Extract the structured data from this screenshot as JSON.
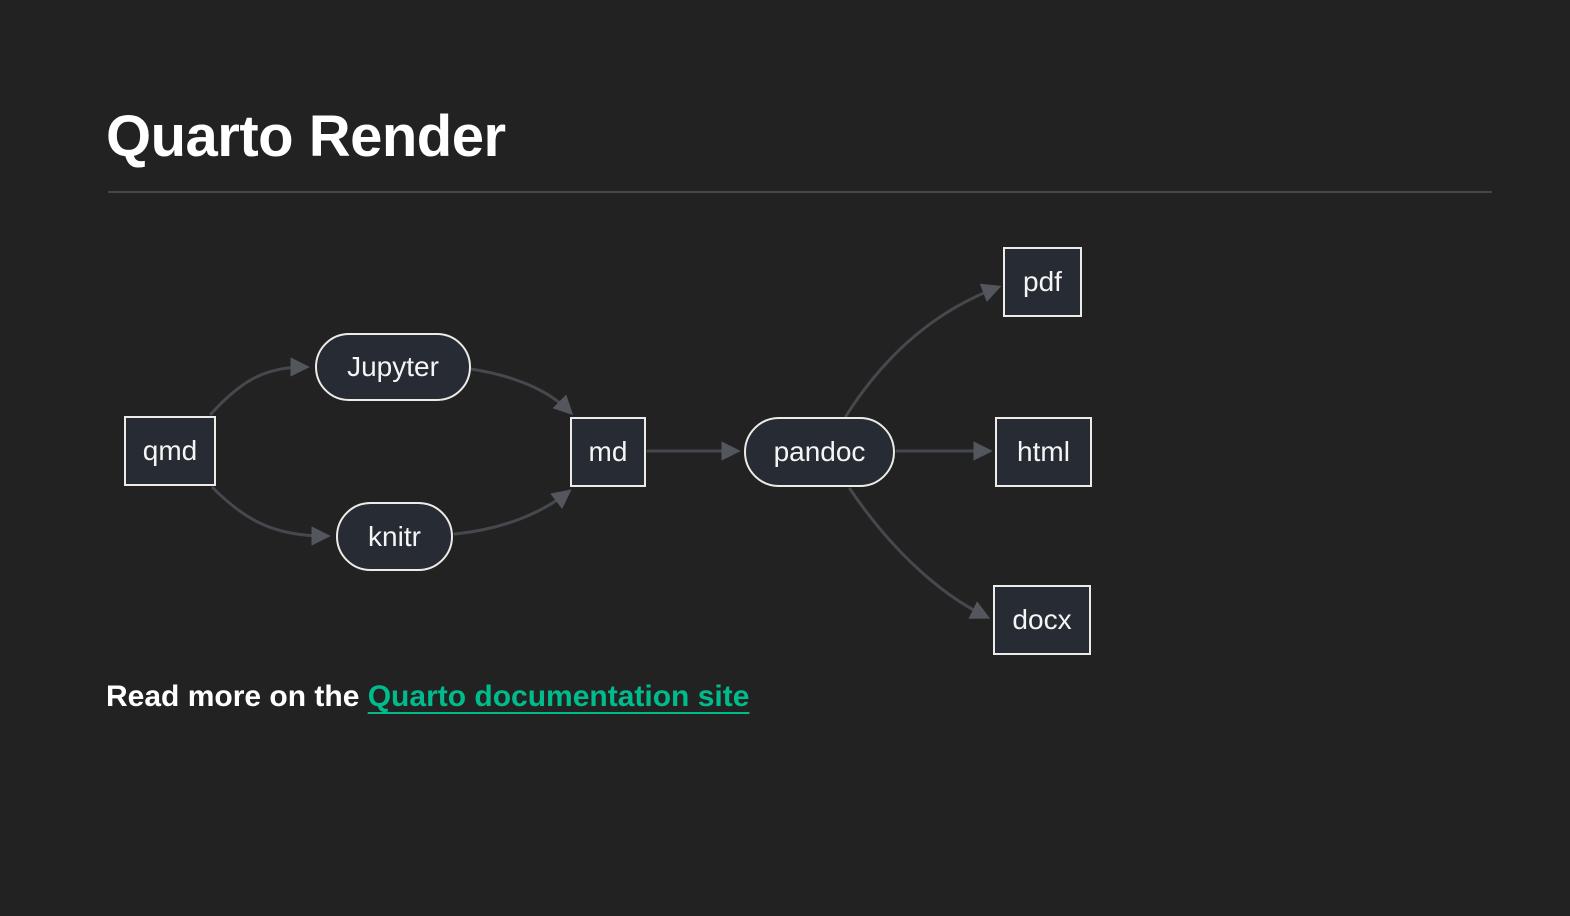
{
  "page": {
    "background": "#222222"
  },
  "header": {
    "title": "Quarto Render"
  },
  "diagram": {
    "type": "flowchart",
    "nodes": {
      "qmd": {
        "label": "qmd",
        "shape": "rect"
      },
      "jupyter": {
        "label": "Jupyter",
        "shape": "stadium"
      },
      "knitr": {
        "label": "knitr",
        "shape": "stadium"
      },
      "md": {
        "label": "md",
        "shape": "rect"
      },
      "pandoc": {
        "label": "pandoc",
        "shape": "stadium"
      },
      "pdf": {
        "label": "pdf",
        "shape": "rect"
      },
      "html": {
        "label": "html",
        "shape": "rect"
      },
      "docx": {
        "label": "docx",
        "shape": "rect"
      }
    },
    "edges": [
      {
        "from": "qmd",
        "to": "jupyter"
      },
      {
        "from": "qmd",
        "to": "knitr"
      },
      {
        "from": "jupyter",
        "to": "md"
      },
      {
        "from": "knitr",
        "to": "md"
      },
      {
        "from": "md",
        "to": "pandoc"
      },
      {
        "from": "pandoc",
        "to": "pdf"
      },
      {
        "from": "pandoc",
        "to": "html"
      },
      {
        "from": "pandoc",
        "to": "docx"
      }
    ],
    "colors": {
      "node_fill": "#272b33",
      "node_border": "#ecebe8",
      "edge_line": "#45484d",
      "arrowhead": "#53565c"
    }
  },
  "footer": {
    "prefix": "Read more on the ",
    "link_label": "Quarto documentation site",
    "link_color": "#00bc8c"
  }
}
